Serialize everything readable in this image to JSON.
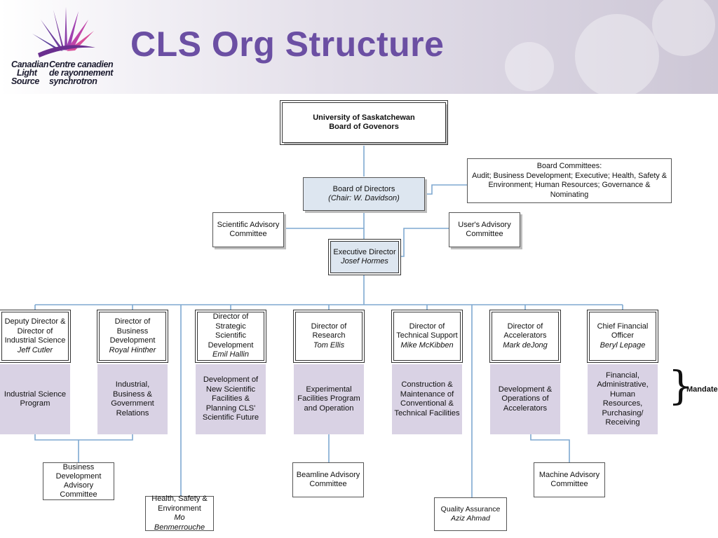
{
  "page": {
    "title": "CLS Org Structure",
    "logo": {
      "lines_left": [
        "Canadian",
        "Light",
        "Source"
      ],
      "lines_right": [
        "Centre canadien",
        "de rayonnement",
        "synchrotron"
      ]
    }
  },
  "colors": {
    "title": "#6b4fa3",
    "connector": "#7fa8d0",
    "mandate_fill": "#d9d2e4",
    "board_fill": "#dde6f0"
  },
  "org": {
    "university": {
      "line1": "University of Saskatchewan",
      "line2": "Board of Govenors"
    },
    "board_committees": {
      "title": "Board Committees:",
      "text": "Audit; Business Development; Executive; Health, Safety & Environment; Human Resources; Governance & Nominating"
    },
    "board": {
      "title": "Board of Directors",
      "chair": "(Chair: W. Davidson)"
    },
    "scientific_advisory": "Scientific Advisory Committee",
    "users_advisory": "User's Advisory Committee",
    "executive": {
      "title": "Executive Director",
      "name": "Josef Hormes"
    },
    "directors": [
      {
        "title": "Deputy Director & Director of Industrial Science",
        "name": "Jeff Cutler",
        "mandate": "Industrial Science Program"
      },
      {
        "title": "Director of Business Development",
        "name": "Royal Hinther",
        "mandate": "Industrial, Business & Government Relations"
      },
      {
        "title": "Director of Strategic Scientific Development",
        "name": "Emil Hallin",
        "mandate": "Development of New Scientific Facilities & Planning CLS' Scientific Future"
      },
      {
        "title": "Director of Research",
        "name": "Tom Ellis",
        "mandate": "Experimental Facilities Program and Operation"
      },
      {
        "title": "Director of Technical Support",
        "name": "Mike McKibben",
        "mandate": "Construction & Maintenance of Conventional & Technical Facilities"
      },
      {
        "title": "Director of Accelerators",
        "name": "Mark deJong",
        "mandate": "Development & Operations of Accelerators"
      },
      {
        "title": "Chief Financial Officer",
        "name": "Beryl Lepage",
        "mandate": "Financial, Administrative, Human Resources, Purchasing/ Receiving"
      }
    ],
    "mandate_label": "Mandate",
    "bottom": {
      "business_dev_committee": "Business Development Advisory Committee",
      "hse": {
        "title": "Health, Safety & Environment",
        "name": "Mo Benmerrouche"
      },
      "beamline": "Beamline Advisory Committee",
      "quality": {
        "title": "Quality Assurance",
        "name": "Aziz Ahmad"
      },
      "machine": "Machine Advisory Committee"
    }
  }
}
